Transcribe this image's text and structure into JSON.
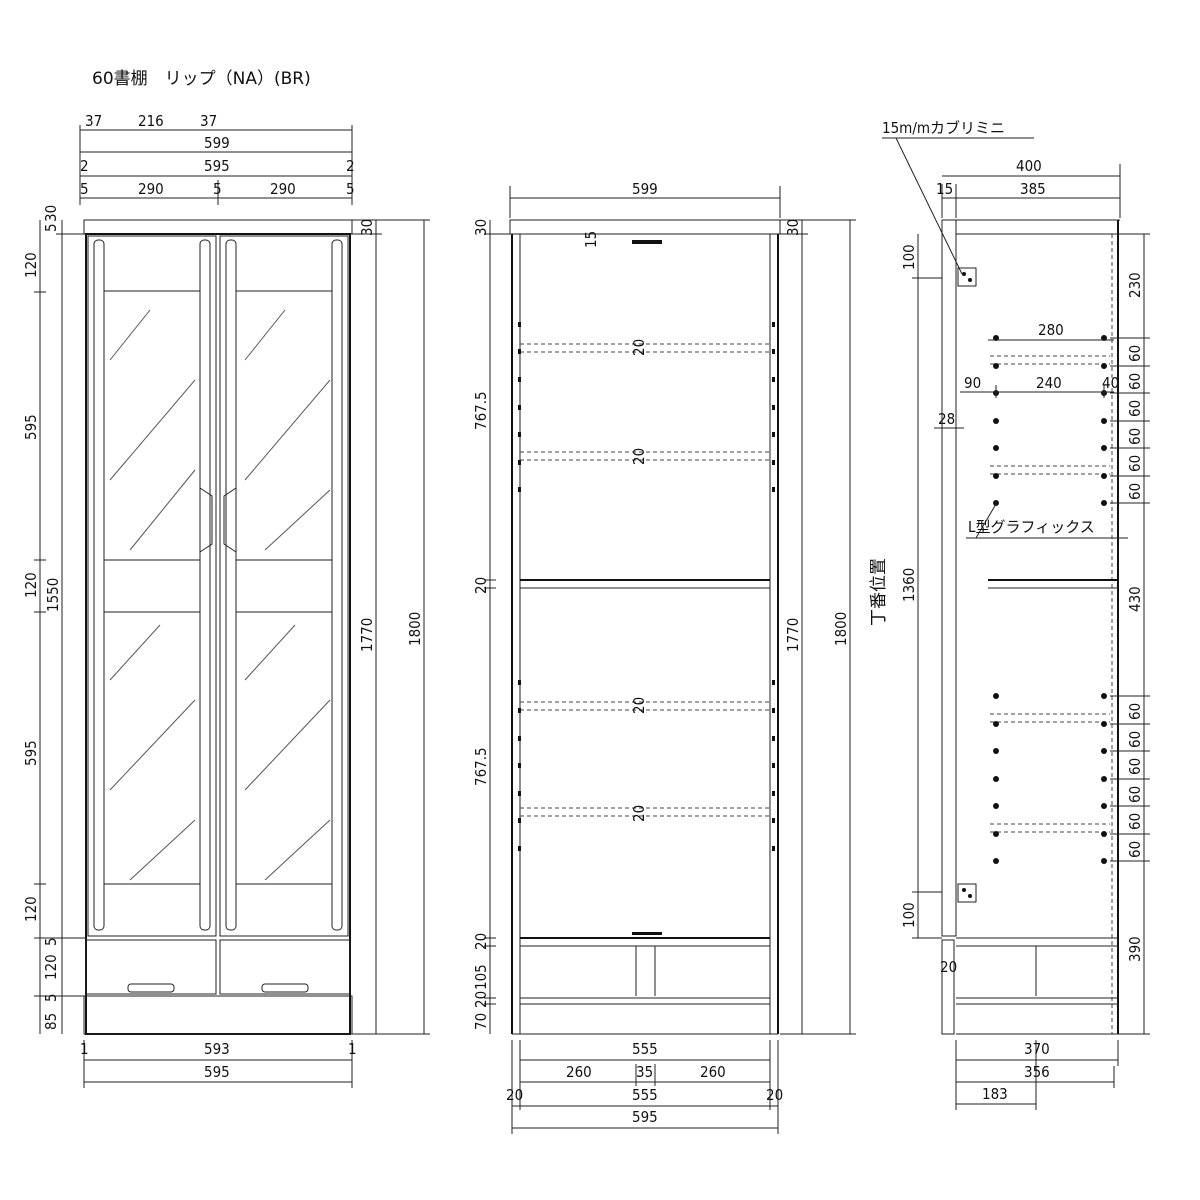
{
  "title": "60書棚　リップ（NA）(BR)",
  "front": {
    "top_dims": {
      "d37a": "37",
      "d216": "216",
      "d37b": "37",
      "d599": "599",
      "d2a": "2",
      "d595": "595",
      "d2b": "2",
      "d5a": "5",
      "d290a": "290",
      "d5b": "5",
      "d290b": "290",
      "d5c": "5"
    },
    "left_dims": {
      "d5": "5",
      "d30": "30",
      "d120a": "120",
      "d595a": "595",
      "d120b": "120",
      "d1550": "1550",
      "d595b": "595",
      "d120c": "120",
      "d5b": "5",
      "d120d": "120",
      "d5c": "5",
      "d85": "85"
    },
    "right_dims": {
      "d30": "30",
      "d1770": "1770",
      "d1800": "1800"
    },
    "bottom_dims": {
      "d1a": "1",
      "d593": "593",
      "d1b": "1",
      "d595": "595"
    }
  },
  "section": {
    "top_dims": {
      "d599": "599",
      "d15": "15"
    },
    "left_dims": {
      "d30": "30",
      "d767a": "767.5",
      "d20": "20",
      "d767b": "767.5",
      "d20b": "20",
      "d105": "105",
      "d20c": "20",
      "d70": "70"
    },
    "right_dims": {
      "d30": "30",
      "d1770": "1770",
      "d1800": "1800"
    },
    "shelf_labels": [
      "20",
      "20",
      "20",
      "20"
    ],
    "bottom_dims": {
      "d555": "555",
      "d260a": "260",
      "d35": "35",
      "d260b": "260",
      "d20a": "20",
      "d555b": "555",
      "d20b": "20",
      "d595": "595"
    },
    "hinge_label": "丁番位置"
  },
  "side": {
    "hinge_note": "15m/mカブリミニ",
    "top_dims": {
      "d400": "400",
      "d15": "15",
      "d385": "385"
    },
    "left_dims": {
      "d100a": "100",
      "d28": "28",
      "d1360": "1360",
      "d100b": "100",
      "d20": "20"
    },
    "inner_dims": {
      "d280": "280",
      "d90": "90",
      "d240": "240",
      "d40": "40"
    },
    "graphics_note": "L型グラフィックス",
    "right_dims": {
      "d230": "230",
      "u60": [
        "60",
        "60",
        "60",
        "60",
        "60",
        "60"
      ],
      "d430": "430",
      "l60": [
        "60",
        "60",
        "60",
        "60",
        "60",
        "60"
      ],
      "d390": "390"
    },
    "bottom_dims": {
      "d370": "370",
      "d356": "356",
      "d183": "183"
    }
  }
}
